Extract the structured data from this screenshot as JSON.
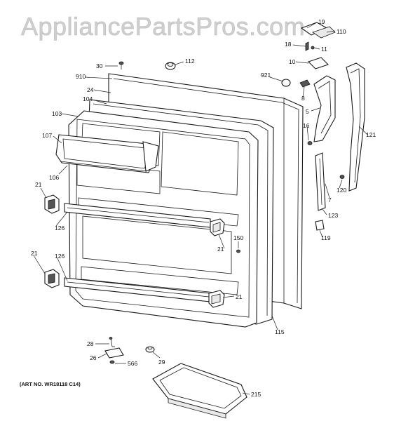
{
  "watermark": "AppliancePartsPros.com",
  "art_number": "(ART NO. WR18118 C14)",
  "labels": {
    "l19": "19",
    "l110": "110",
    "l18": "18",
    "l11": "11",
    "l30": "30",
    "l112": "112",
    "l10": "10",
    "l910": "910",
    "l921": "921",
    "l24": "24",
    "l8": "8",
    "l104": "104",
    "l103": "103",
    "l5": "5",
    "l121": "121",
    "l107": "107",
    "l16": "16",
    "l106": "106",
    "l7": "7",
    "l120": "120",
    "l21a": "21",
    "l123": "123",
    "l126a": "126",
    "l119": "119",
    "l150": "150",
    "l21b": "21",
    "l21c": "21",
    "l126b": "126",
    "l21d": "21",
    "l115": "115",
    "l28": "28",
    "l26": "26",
    "l566": "566",
    "l29": "29",
    "l215": "215"
  }
}
